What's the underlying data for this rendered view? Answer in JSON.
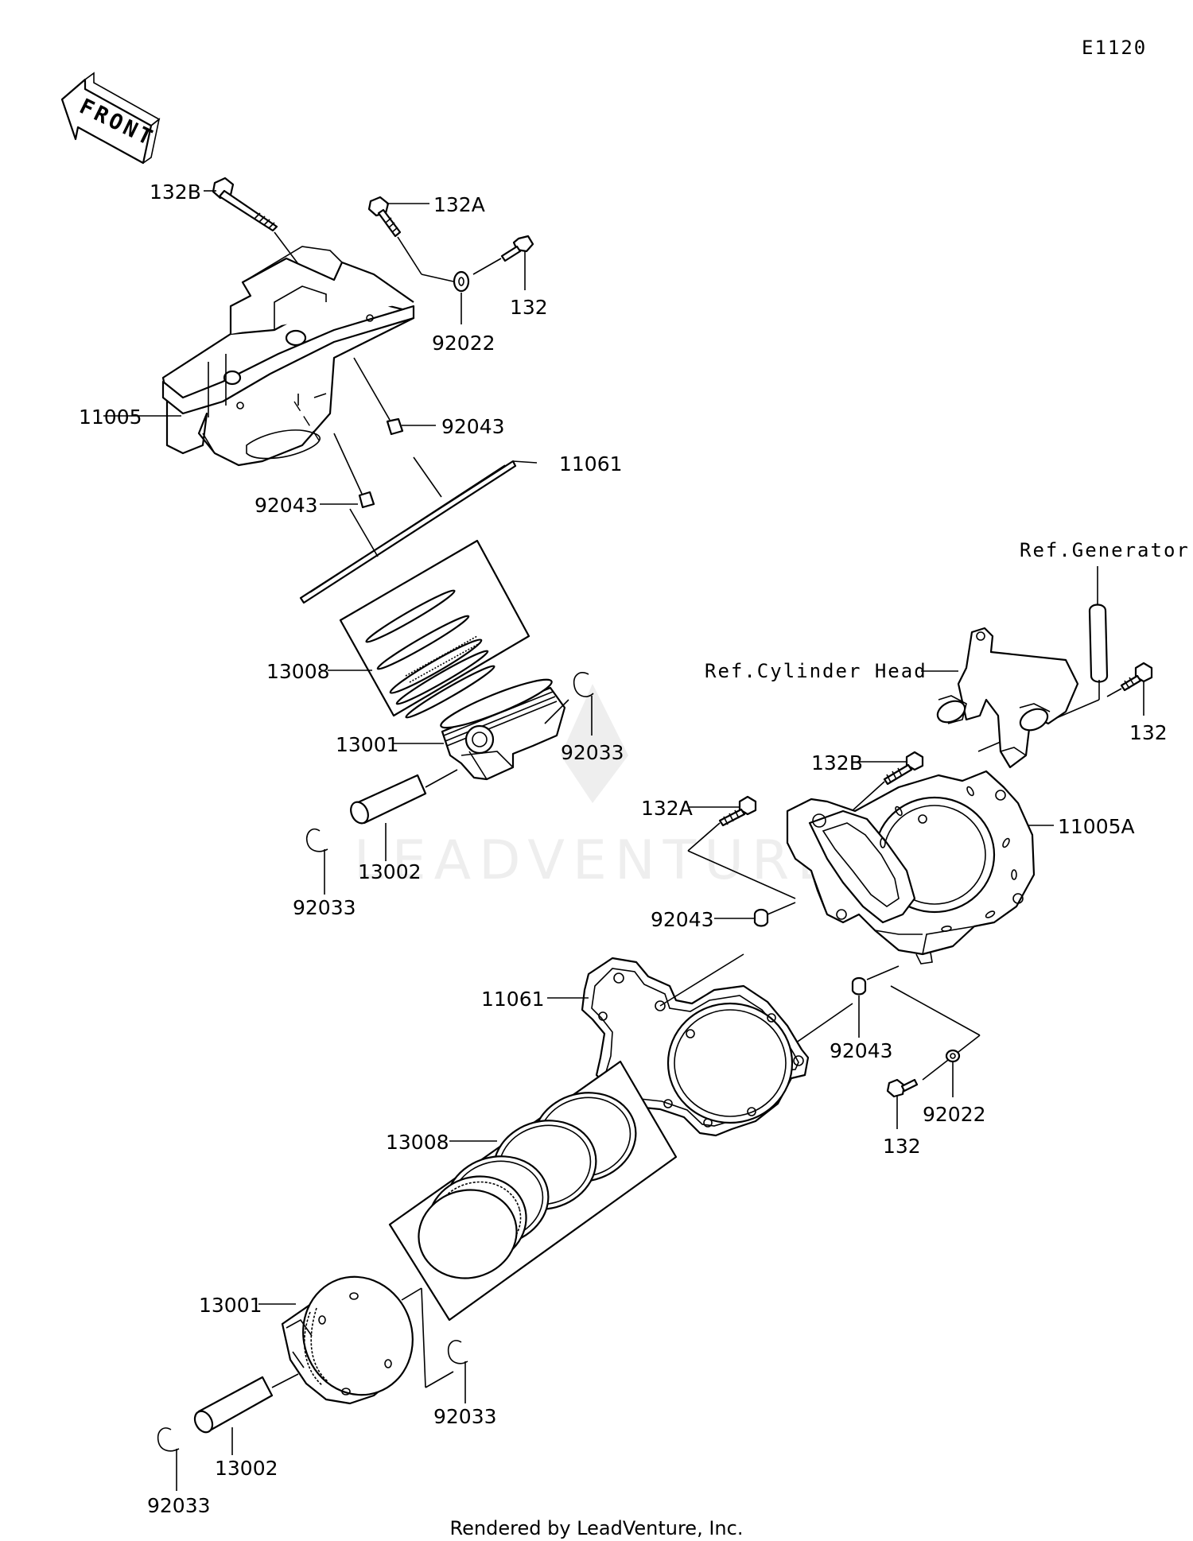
{
  "diagram_code": "E1120",
  "front_label": "FRONT",
  "footer": "Rendered by LeadVenture, Inc.",
  "watermark": "LEADVENTURE",
  "labels": {
    "t_132B": "132B",
    "t_132A": "132A",
    "t_132": "132",
    "t_92022": "92022",
    "t_11005": "11005",
    "t_92043a": "92043",
    "t_11061": "11061",
    "t_92043b": "92043",
    "t_13008": "13008",
    "t_13001": "13001",
    "t_92033a": "92033",
    "t_13002": "13002",
    "t_92033b": "92033",
    "r_generator": "Ref.Generator",
    "r_cylhead": "Ref.Cylinder Head",
    "r_132": "132",
    "r_132B": "132B",
    "r_132A": "132A",
    "r_11005A": "11005A",
    "r_92043a": "92043",
    "r_11061": "11061",
    "r_92043b": "92043",
    "r_92022": "92022",
    "r_132b": "132",
    "r_13008": "13008",
    "r_13001": "13001",
    "r_92033a": "92033",
    "r_13002": "13002",
    "r_92033b": "92033"
  }
}
